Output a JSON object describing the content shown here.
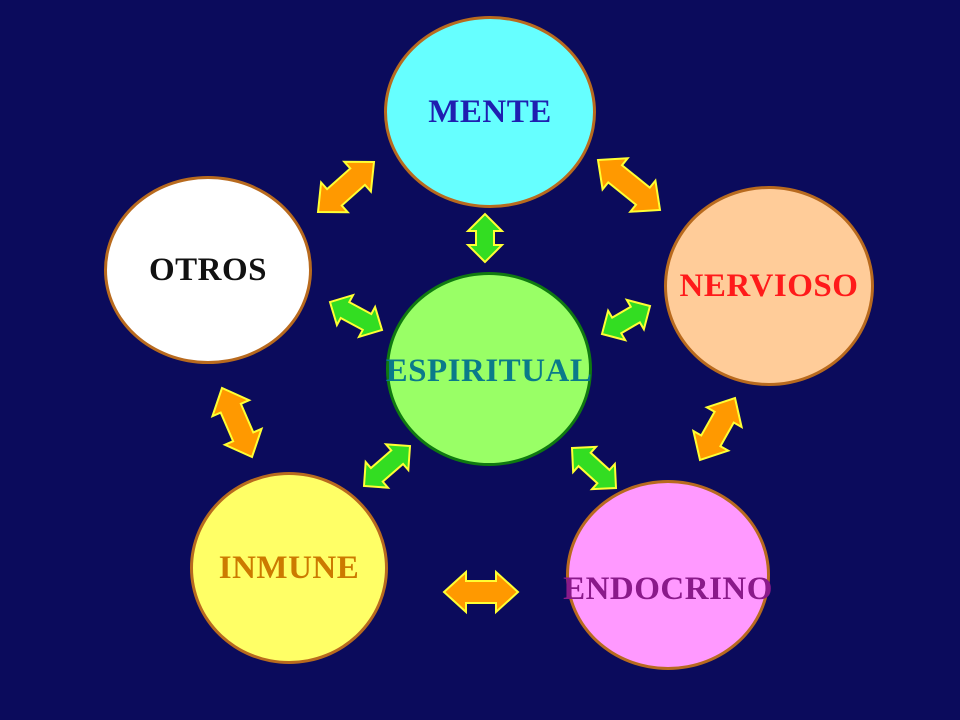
{
  "nodes": {
    "mente": {
      "label": "MENTE",
      "fill": "#66ffff",
      "text_color": "#1f1fb0"
    },
    "otros": {
      "label": "OTROS",
      "fill": "#ffffff",
      "text_color": "#111111"
    },
    "nervioso": {
      "label": "NERVIOSO",
      "fill": "#ffcc99",
      "text_color": "#ff1a1a"
    },
    "espiritual": {
      "label": "ESPIRITUAL",
      "fill": "#99ff66",
      "text_color": "#0a7a8a"
    },
    "inmune": {
      "label": "INMUNE",
      "fill": "#ffff66",
      "text_color": "#cc7a00"
    },
    "endocrino": {
      "label": "ENDOCRINO",
      "fill": "#ff99ff",
      "text_color": "#8a1a8a"
    }
  },
  "colors": {
    "background": "#0b0b5c",
    "outer_arrow": "#ff9900",
    "inner_arrow": "#33dd22",
    "arrow_edge": "#ffff33"
  },
  "arrows": [
    {
      "name": "arrow-otros-mente",
      "type": "outer"
    },
    {
      "name": "arrow-mente-nervioso",
      "type": "outer"
    },
    {
      "name": "arrow-nervioso-endocrino",
      "type": "outer"
    },
    {
      "name": "arrow-endocrino-inmune",
      "type": "outer"
    },
    {
      "name": "arrow-inmune-otros",
      "type": "outer"
    },
    {
      "name": "arrow-espiritual-mente",
      "type": "inner"
    },
    {
      "name": "arrow-espiritual-otros",
      "type": "inner"
    },
    {
      "name": "arrow-espiritual-nervioso",
      "type": "inner"
    },
    {
      "name": "arrow-espiritual-inmune",
      "type": "inner"
    },
    {
      "name": "arrow-espiritual-endocrino",
      "type": "inner"
    }
  ]
}
